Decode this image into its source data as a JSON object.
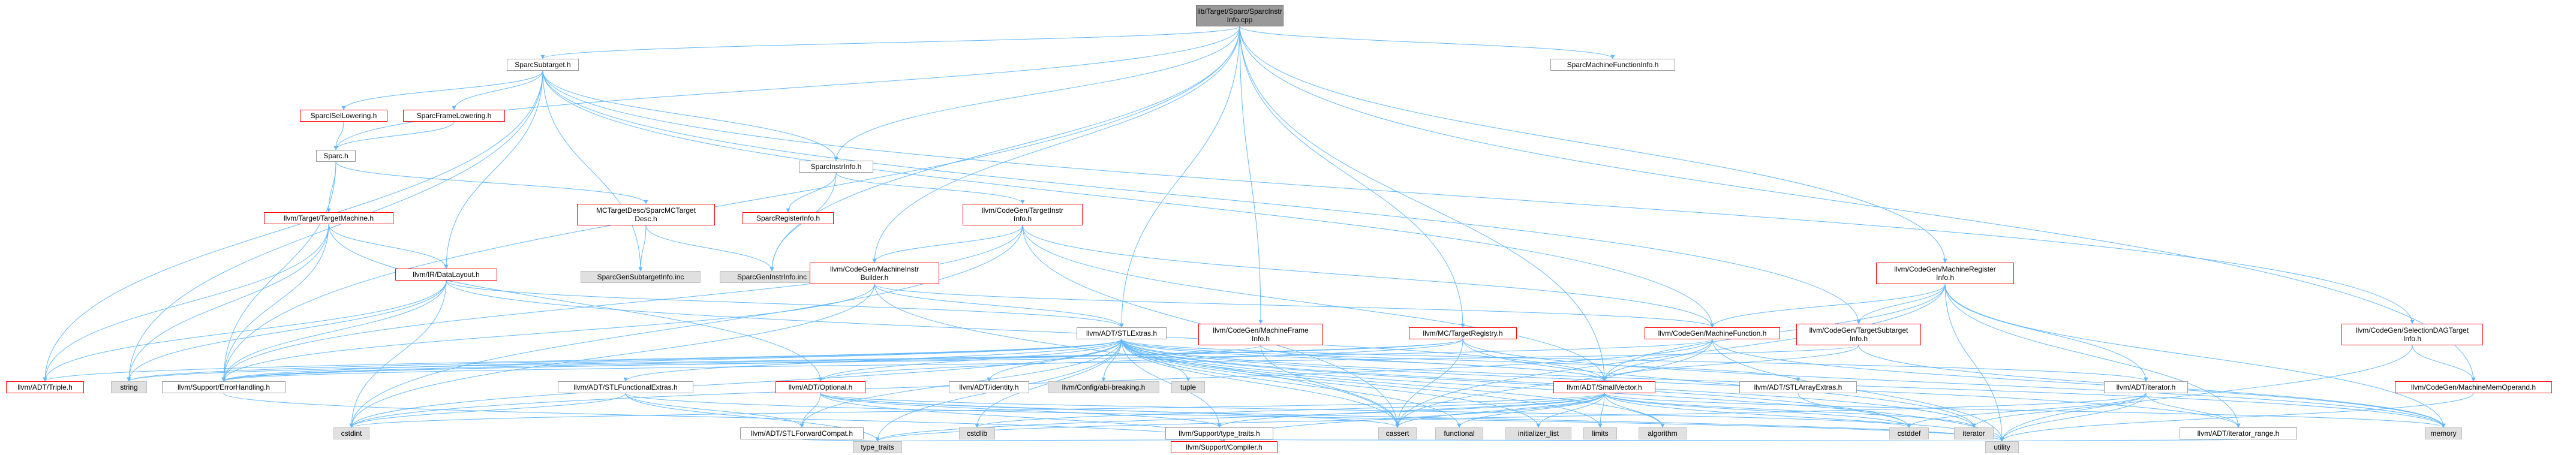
{
  "colors": {
    "edge": "#63b8ff",
    "edge_dark": "#1e90ff",
    "border_normal": "#999999",
    "border_missing": "#ff0000",
    "fill_system": "#e0e0e0",
    "fill_root": "#999999"
  },
  "nodes": [
    {
      "id": "root",
      "label": "lib/Target/Sparc/SparcInstr\nInfo.cpp",
      "style": "root"
    },
    {
      "id": "SparcSubtarget",
      "label": "SparcSubtarget.h",
      "style": "normal"
    },
    {
      "id": "SparcMFI",
      "label": "SparcMachineFunctionInfo.h",
      "style": "normal"
    },
    {
      "id": "SparcISel",
      "label": "SparcISelLowering.h",
      "style": "red"
    },
    {
      "id": "SparcFrame",
      "label": "SparcFrameLowering.h",
      "style": "red"
    },
    {
      "id": "Sparch",
      "label": "Sparc.h",
      "style": "normal"
    },
    {
      "id": "SparcInstrInfo",
      "label": "SparcInstrInfo.h",
      "style": "normal"
    },
    {
      "id": "TargetMachine",
      "label": "llvm/Target/TargetMachine.h",
      "style": "red"
    },
    {
      "id": "MCTargetDesc",
      "label": "MCTargetDesc/SparcMCTarget\nDesc.h",
      "style": "red"
    },
    {
      "id": "SparcRegInfo",
      "label": "SparcRegisterInfo.h",
      "style": "red"
    },
    {
      "id": "TargetInstrInfo",
      "label": "llvm/CodeGen/TargetInstr\nInfo.h",
      "style": "red"
    },
    {
      "id": "DataLayout",
      "label": "llvm/IR/DataLayout.h",
      "style": "red"
    },
    {
      "id": "SubtargetInfoInc",
      "label": "SparcGenSubtargetInfo.inc",
      "style": "gray"
    },
    {
      "id": "InstrInfoInc",
      "label": "SparcGenInstrInfo.inc",
      "style": "gray"
    },
    {
      "id": "MIBuilder",
      "label": "llvm/CodeGen/MachineInstr\nBuilder.h",
      "style": "red"
    },
    {
      "id": "MachineRegInfo",
      "label": "llvm/CodeGen/MachineRegister\nInfo.h",
      "style": "red"
    },
    {
      "id": "STLExtras",
      "label": "llvm/ADT/STLExtras.h",
      "style": "normal"
    },
    {
      "id": "MachineFrame",
      "label": "llvm/CodeGen/MachineFrame\nInfo.h",
      "style": "red"
    },
    {
      "id": "TargetRegistry",
      "label": "llvm/MC/TargetRegistry.h",
      "style": "red"
    },
    {
      "id": "MachineFunction",
      "label": "llvm/CodeGen/MachineFunction.h",
      "style": "red"
    },
    {
      "id": "TargetSubtarget",
      "label": "llvm/CodeGen/TargetSubtarget\nInfo.h",
      "style": "red"
    },
    {
      "id": "SelectionDAG",
      "label": "llvm/CodeGen/SelectionDAGTarget\nInfo.h",
      "style": "red"
    },
    {
      "id": "Triple",
      "label": "llvm/ADT/Triple.h",
      "style": "red"
    },
    {
      "id": "string",
      "label": "string",
      "style": "gray"
    },
    {
      "id": "ErrorHandling",
      "label": "llvm/Support/ErrorHandling.h",
      "style": "normal"
    },
    {
      "id": "STLFunctional",
      "label": "llvm/ADT/STLFunctionalExtras.h",
      "style": "normal"
    },
    {
      "id": "Optional",
      "label": "llvm/ADT/Optional.h",
      "style": "red"
    },
    {
      "id": "Identity",
      "label": "llvm/ADT/identity.h",
      "style": "normal"
    },
    {
      "id": "AbiBreaking",
      "label": "llvm/Config/abi-breaking.h",
      "style": "gray"
    },
    {
      "id": "tuple",
      "label": "tuple",
      "style": "gray"
    },
    {
      "id": "SmallVector",
      "label": "llvm/ADT/SmallVector.h",
      "style": "red"
    },
    {
      "id": "STLArrayExtras",
      "label": "llvm/ADT/STLArrayExtras.h",
      "style": "normal"
    },
    {
      "id": "Iterator",
      "label": "llvm/ADT/iterator.h",
      "style": "normal"
    },
    {
      "id": "MachineMemOperand",
      "label": "llvm/CodeGen/MachineMemOperand.h",
      "style": "red"
    },
    {
      "id": "cstdint",
      "label": "cstdint",
      "style": "gray"
    },
    {
      "id": "STLForward",
      "label": "llvm/ADT/STLForwardCompat.h",
      "style": "normal"
    },
    {
      "id": "cstdlib",
      "label": "cstdlib",
      "style": "gray"
    },
    {
      "id": "TypeTraitsH",
      "label": "llvm/Support/type_traits.h",
      "style": "normal"
    },
    {
      "id": "cassert",
      "label": "cassert",
      "style": "gray"
    },
    {
      "id": "functional",
      "label": "functional",
      "style": "gray"
    },
    {
      "id": "initializer_list",
      "label": "initializer_list",
      "style": "gray"
    },
    {
      "id": "limits",
      "label": "limits",
      "style": "gray"
    },
    {
      "id": "algorithm",
      "label": "algorithm",
      "style": "gray"
    },
    {
      "id": "cstddef",
      "label": "cstddef",
      "style": "gray"
    },
    {
      "id": "iteratorStd",
      "label": "iterator",
      "style": "gray"
    },
    {
      "id": "IteratorRange",
      "label": "llvm/ADT/iterator_range.h",
      "style": "normal"
    },
    {
      "id": "memory",
      "label": "memory",
      "style": "gray"
    },
    {
      "id": "type_traits",
      "label": "type_traits",
      "style": "gray"
    },
    {
      "id": "Compiler",
      "label": "llvm/Support/Compiler.h",
      "style": "red"
    },
    {
      "id": "utility",
      "label": "utility",
      "style": "gray"
    }
  ],
  "edges": [
    [
      "root",
      "SparcSubtarget"
    ],
    [
      "root",
      "SparcMFI"
    ],
    [
      "root",
      "Sparch"
    ],
    [
      "root",
      "SparcInstrInfo"
    ],
    [
      "root",
      "MIBuilder"
    ],
    [
      "root",
      "MachineRegInfo"
    ],
    [
      "root",
      "STLExtras"
    ],
    [
      "root",
      "MachineFrame"
    ],
    [
      "root",
      "TargetRegistry"
    ],
    [
      "root",
      "SmallVector"
    ],
    [
      "root",
      "ErrorHandling"
    ],
    [
      "root",
      "InstrInfoInc"
    ],
    [
      "root",
      "MachineMemOperand"
    ],
    [
      "SparcSubtarget",
      "SparcISel"
    ],
    [
      "SparcSubtarget",
      "SparcFrame"
    ],
    [
      "SparcSubtarget",
      "SparcInstrInfo"
    ],
    [
      "SparcSubtarget",
      "DataLayout"
    ],
    [
      "SparcSubtarget",
      "SubtargetInfoInc"
    ],
    [
      "SparcSubtarget",
      "TargetSubtarget"
    ],
    [
      "SparcSubtarget",
      "SelectionDAG"
    ],
    [
      "SparcSubtarget",
      "Triple"
    ],
    [
      "SparcSubtarget",
      "string"
    ],
    [
      "SparcSubtarget",
      "MachineFunction"
    ],
    [
      "SparcISel",
      "Sparch"
    ],
    [
      "SparcFrame",
      "Sparch"
    ],
    [
      "Sparch",
      "TargetMachine"
    ],
    [
      "Sparch",
      "MCTargetDesc"
    ],
    [
      "Sparch",
      "ErrorHandling"
    ],
    [
      "SparcInstrInfo",
      "SparcRegInfo"
    ],
    [
      "SparcInstrInfo",
      "TargetInstrInfo"
    ],
    [
      "SparcInstrInfo",
      "InstrInfoInc"
    ],
    [
      "TargetMachine",
      "DataLayout"
    ],
    [
      "TargetMachine",
      "Triple"
    ],
    [
      "TargetMachine",
      "string"
    ],
    [
      "TargetMachine",
      "Optional"
    ],
    [
      "TargetMachine",
      "ErrorHandling"
    ],
    [
      "MCTargetDesc",
      "InstrInfoInc"
    ],
    [
      "MCTargetDesc",
      "SubtargetInfoInc"
    ],
    [
      "TargetInstrInfo",
      "MIBuilder"
    ],
    [
      "TargetInstrInfo",
      "MachineFunction"
    ],
    [
      "TargetInstrInfo",
      "SmallVector"
    ],
    [
      "TargetInstrInfo",
      "ErrorHandling"
    ],
    [
      "TargetInstrInfo",
      "cassert"
    ],
    [
      "TargetInstrInfo",
      "cstdint"
    ],
    [
      "DataLayout",
      "string"
    ],
    [
      "DataLayout",
      "ErrorHandling"
    ],
    [
      "DataLayout",
      "SmallVector"
    ],
    [
      "DataLayout",
      "STLExtras"
    ],
    [
      "DataLayout",
      "cstdint"
    ],
    [
      "DataLayout",
      "Triple"
    ],
    [
      "MIBuilder",
      "MachineFunction"
    ],
    [
      "MIBuilder",
      "ErrorHandling"
    ],
    [
      "MIBuilder",
      "cassert"
    ],
    [
      "MIBuilder",
      "cstdint"
    ],
    [
      "MIBuilder",
      "STLExtras"
    ],
    [
      "MachineRegInfo",
      "MachineFunction"
    ],
    [
      "MachineRegInfo",
      "TargetSubtarget"
    ],
    [
      "MachineRegInfo",
      "SmallVector"
    ],
    [
      "MachineRegInfo",
      "Iterator"
    ],
    [
      "MachineRegInfo",
      "IteratorRange"
    ],
    [
      "MachineRegInfo",
      "memory"
    ],
    [
      "MachineRegInfo",
      "cassert"
    ],
    [
      "MachineRegInfo",
      "utility"
    ],
    [
      "STLExtras",
      "Triple"
    ],
    [
      "STLExtras",
      "string"
    ],
    [
      "STLExtras",
      "ErrorHandling"
    ],
    [
      "STLExtras",
      "STLFunctional"
    ],
    [
      "STLExtras",
      "Optional"
    ],
    [
      "STLExtras",
      "Identity"
    ],
    [
      "STLExtras",
      "AbiBreaking"
    ],
    [
      "STLExtras",
      "tuple"
    ],
    [
      "STLExtras",
      "SmallVector"
    ],
    [
      "STLExtras",
      "STLArrayExtras"
    ],
    [
      "STLExtras",
      "Iterator"
    ],
    [
      "STLExtras",
      "STLForward"
    ],
    [
      "STLExtras",
      "cstdint"
    ],
    [
      "STLExtras",
      "cstdlib"
    ],
    [
      "STLExtras",
      "TypeTraitsH"
    ],
    [
      "STLExtras",
      "cassert"
    ],
    [
      "STLExtras",
      "functional"
    ],
    [
      "STLExtras",
      "initializer_list"
    ],
    [
      "STLExtras",
      "limits"
    ],
    [
      "STLExtras",
      "algorithm"
    ],
    [
      "STLExtras",
      "cstddef"
    ],
    [
      "STLExtras",
      "iteratorStd"
    ],
    [
      "STLExtras",
      "IteratorRange"
    ],
    [
      "STLExtras",
      "memory"
    ],
    [
      "STLExtras",
      "type_traits"
    ],
    [
      "STLExtras",
      "utility"
    ],
    [
      "MachineFrame",
      "SmallVector"
    ],
    [
      "MachineFrame",
      "cassert"
    ],
    [
      "MachineFrame",
      "ErrorHandling"
    ],
    [
      "TargetRegistry",
      "Optional"
    ],
    [
      "TargetRegistry",
      "string"
    ],
    [
      "TargetRegistry",
      "memory"
    ],
    [
      "TargetRegistry",
      "cassert"
    ],
    [
      "TargetRegistry",
      "iteratorStd"
    ],
    [
      "TargetRegistry",
      "ErrorHandling"
    ],
    [
      "MachineFunction",
      "SmallVector"
    ],
    [
      "MachineFunction",
      "ErrorHandling"
    ],
    [
      "MachineFunction",
      "utility"
    ],
    [
      "MachineFunction",
      "memory"
    ],
    [
      "MachineFunction",
      "cassert"
    ],
    [
      "MachineFunction",
      "cstdint"
    ],
    [
      "TargetSubtarget",
      "SmallVector"
    ],
    [
      "TargetSubtarget",
      "memory"
    ],
    [
      "TargetSubtarget",
      "ErrorHandling"
    ],
    [
      "SelectionDAG",
      "MachineMemOperand"
    ],
    [
      "SelectionDAG",
      "utility"
    ],
    [
      "MachineMemOperand",
      "utility"
    ],
    [
      "ErrorHandling",
      "Compiler"
    ],
    [
      "STLFunctional",
      "STLForward"
    ],
    [
      "STLFunctional",
      "cstdint"
    ],
    [
      "STLFunctional",
      "type_traits"
    ],
    [
      "STLFunctional",
      "utility"
    ],
    [
      "Optional",
      "STLForward"
    ],
    [
      "Optional",
      "TypeTraitsH"
    ],
    [
      "Optional",
      "cassert"
    ],
    [
      "Optional",
      "Compiler"
    ],
    [
      "Optional",
      "utility"
    ],
    [
      "Optional",
      "cstddef"
    ],
    [
      "SmallVector",
      "Compiler"
    ],
    [
      "SmallVector",
      "TypeTraitsH"
    ],
    [
      "SmallVector",
      "algorithm"
    ],
    [
      "SmallVector",
      "cassert"
    ],
    [
      "SmallVector",
      "cstddef"
    ],
    [
      "SmallVector",
      "cstdlib"
    ],
    [
      "SmallVector",
      "functional"
    ],
    [
      "SmallVector",
      "initializer_list"
    ],
    [
      "SmallVector",
      "iteratorStd"
    ],
    [
      "SmallVector",
      "limits"
    ],
    [
      "SmallVector",
      "memory"
    ],
    [
      "SmallVector",
      "type_traits"
    ],
    [
      "SmallVector",
      "utility"
    ],
    [
      "SmallVector",
      "cstdint"
    ],
    [
      "STLArrayExtras",
      "cstddef"
    ],
    [
      "Iterator",
      "IteratorRange"
    ],
    [
      "Iterator",
      "cstddef"
    ],
    [
      "Iterator",
      "iteratorStd"
    ],
    [
      "Iterator",
      "type_traits"
    ],
    [
      "Iterator",
      "utility"
    ],
    [
      "IteratorRange",
      "utility"
    ],
    [
      "STLForward",
      "type_traits"
    ],
    [
      "TypeTraitsH",
      "Compiler"
    ],
    [
      "TypeTraitsH",
      "type_traits"
    ],
    [
      "TypeTraitsH",
      "utility"
    ]
  ]
}
